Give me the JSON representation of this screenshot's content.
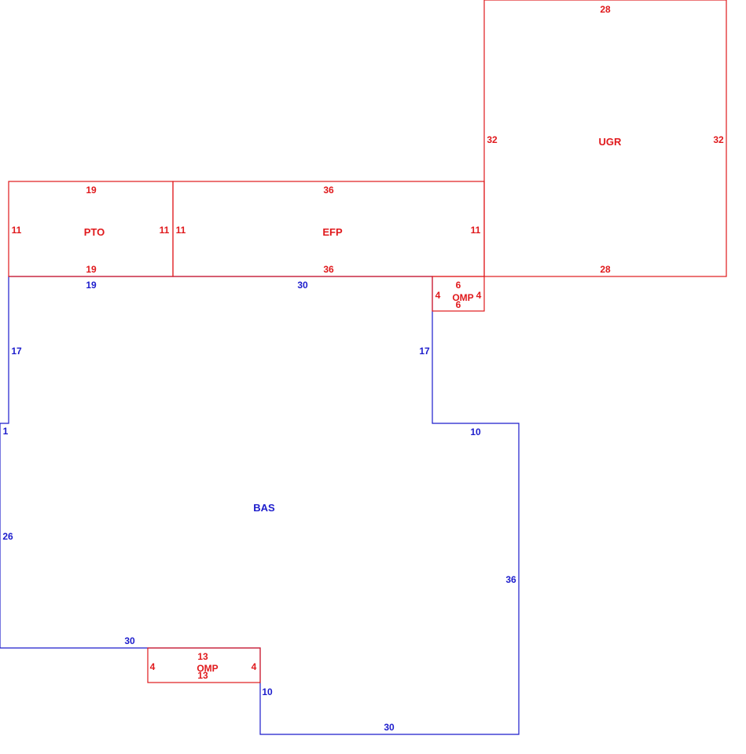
{
  "colors": {
    "addition": "#e0191c",
    "base": "#1c1ccc"
  },
  "areas": {
    "ugr": {
      "code": "UGR",
      "top": "28",
      "bottom": "28",
      "left": "32",
      "right": "32"
    },
    "pto": {
      "code": "PTO",
      "top": "19",
      "bottom": "19",
      "left": "11",
      "right": "11"
    },
    "efp": {
      "code": "EFP",
      "top": "36",
      "bottom": "36",
      "left": "11",
      "right": "11"
    },
    "omp_upper": {
      "code": "OMP",
      "top": "6",
      "bottom": "6",
      "left": "4",
      "right": "4"
    },
    "omp_lower": {
      "code": "OMP",
      "top": "13",
      "bottom": "13",
      "left": "4",
      "right": "4"
    },
    "bas": {
      "code": "BAS",
      "top_left": "19",
      "top_right": "30",
      "left_upper": "17",
      "step_left": "1",
      "left_lower": "26",
      "bottom_left": "30",
      "notch": "10",
      "bottom": "30",
      "right": "36",
      "step_right": "10",
      "inner_right": "17"
    }
  }
}
